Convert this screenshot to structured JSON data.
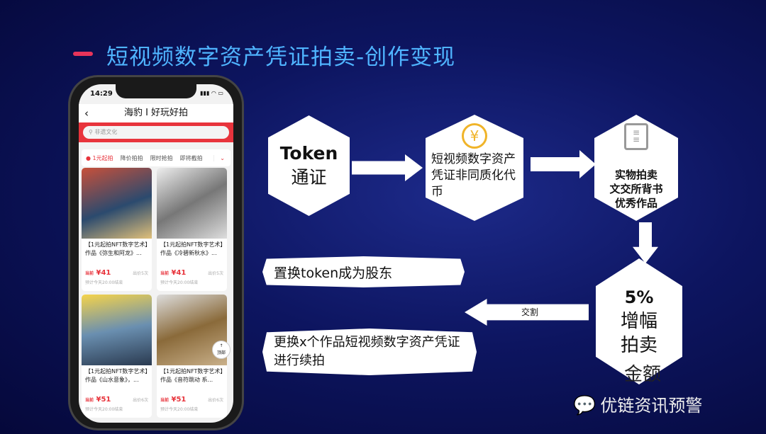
{
  "slide": {
    "title": "短视频数字资产凭证拍卖-创作变现"
  },
  "phone": {
    "time": "14:29",
    "nav_title": "海豹 I 好玩好拍",
    "search_placeholder": "非遗文化",
    "tabs": [
      "1元起拍",
      "降价拍拍",
      "限时抢拍",
      "即将截拍"
    ],
    "cards": [
      {
        "title": "【1元起拍NFT数字艺术】作品《弥生和阿龙》...",
        "price_label": "当前",
        "price": "¥41",
        "bids": "出价5次",
        "end": "预计今天20:00结束"
      },
      {
        "title": "【1元起拍NFT数字艺术】作品《冷碧新秋水》...",
        "price_label": "当前",
        "price": "¥41",
        "bids": "出价5次",
        "end": "预计今天20:00结束"
      },
      {
        "title": "【1元起拍NFT数字艺术】作品《山水意象》，...",
        "price_label": "当前",
        "price": "¥51",
        "bids": "出价6次",
        "end": "预计今天20:00结束"
      },
      {
        "title": "【1元起拍NFT数字艺术】作品《音符跳动 系...",
        "price_label": "当前",
        "price": "¥51",
        "bids": "出价6次",
        "end": "预计今天20:00结束"
      }
    ],
    "top_button": "顶部"
  },
  "flow": {
    "token_line1": "Token",
    "token_line2": "通证",
    "nft": "短视频数字资产凭证非同质化代币",
    "auction": [
      "实物拍卖",
      "文交所背书",
      "优秀作品"
    ],
    "increase": [
      "5%",
      "增幅",
      "拍卖",
      "金额"
    ],
    "delivery_label": "交割",
    "banner1": "置换token成为股东",
    "banner2": "更换x个作品短视频数字资产凭证进行续拍"
  },
  "watermark": "优链资讯预警",
  "colors": {
    "title": "#4fb4ff",
    "accent": "#e8343c",
    "coin": "#f0b429"
  }
}
